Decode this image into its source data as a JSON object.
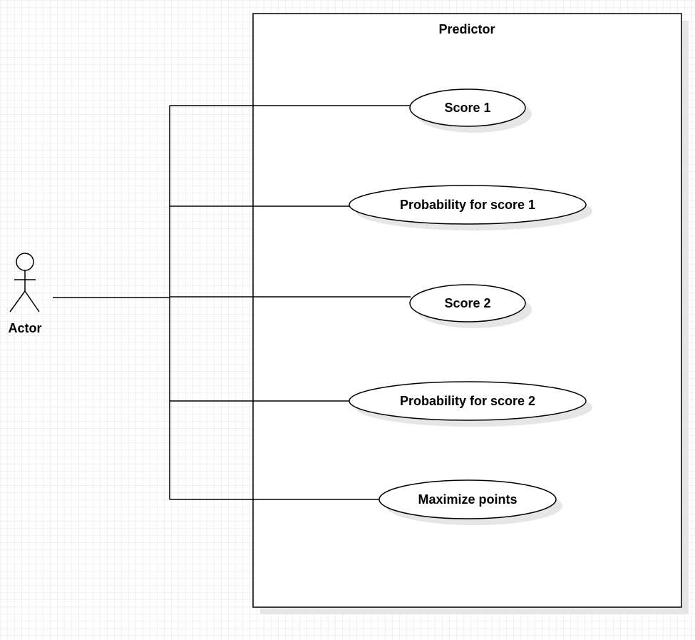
{
  "system": {
    "title": "Predictor"
  },
  "actor": {
    "label": "Actor",
    "icon": "stick-figure-icon"
  },
  "use_cases": [
    {
      "label": "Score 1"
    },
    {
      "label": "Probability for score 1"
    },
    {
      "label": "Score 2"
    },
    {
      "label": "Probability for score 2"
    },
    {
      "label": "Maximize points"
    }
  ],
  "colors": {
    "stroke": "#000000",
    "fill": "#ffffff",
    "shadow": "#e6e6e6",
    "grid": "#f1f1f1"
  }
}
